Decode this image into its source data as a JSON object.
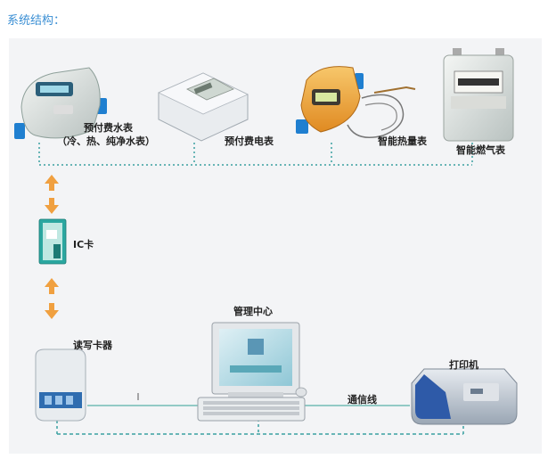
{
  "header": {
    "title": "系统结构："
  },
  "devices": {
    "water_meter": {
      "label": "预付费水表",
      "sublabel": "（冷、热、纯净水表）"
    },
    "electric_meter": {
      "label": "预付费电表"
    },
    "heat_meter": {
      "label": "智能热量表"
    },
    "gas_meter": {
      "label": "智能燃气表"
    },
    "ic_card": {
      "label": "IC卡"
    },
    "card_reader": {
      "label": "读写卡器"
    },
    "management_center": {
      "label": "管理中心"
    },
    "printer": {
      "label": "打印机"
    },
    "comm_line": {
      "label": "通信线"
    }
  },
  "colors": {
    "heading": "#3b8fd4",
    "arrow": "#f0a040",
    "line": "#3aa0a0",
    "panel": "#f3f4f6"
  }
}
